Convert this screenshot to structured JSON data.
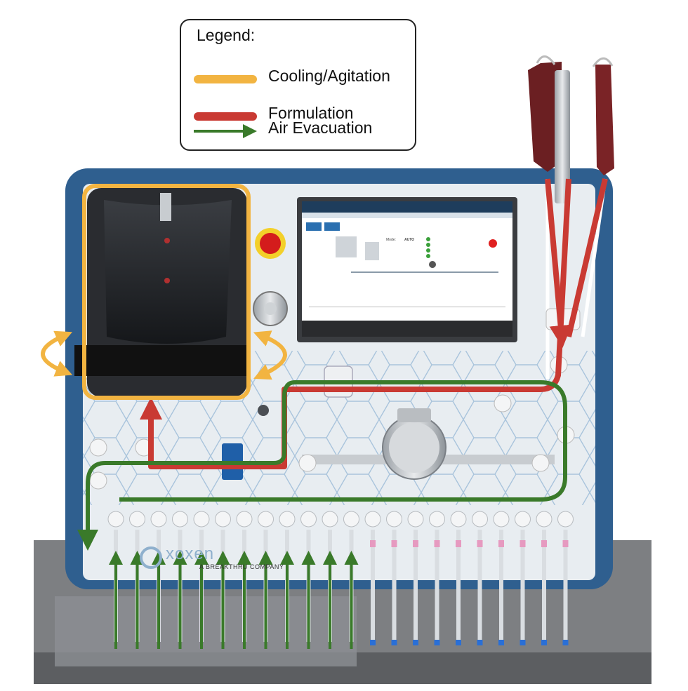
{
  "legend": {
    "title": "Legend:",
    "items": [
      {
        "label": "Cooling/Agitation",
        "color": "#f2b441",
        "style": "bar"
      },
      {
        "label": "Formulation",
        "color": "#c93a33",
        "style": "bar"
      },
      {
        "label": "Air Evacuation",
        "color": "#3a7a2a",
        "style": "arrow"
      }
    ]
  },
  "logo": {
    "name": "xoxen",
    "tagline": "A BREAKTHRU COMPANY"
  },
  "screen": {
    "mode_label": "Mode:",
    "mode_value": "AUTO",
    "colors": {
      "header": "#1e3d5c",
      "accent": "#2a6fb0",
      "alarm": "#e02020"
    }
  },
  "colors": {
    "panel_frame": "#2f5f8f",
    "panel_face": "#e8edf1",
    "cooling": "#f2b441",
    "formulation": "#c93a33",
    "air": "#3a7a2a"
  }
}
